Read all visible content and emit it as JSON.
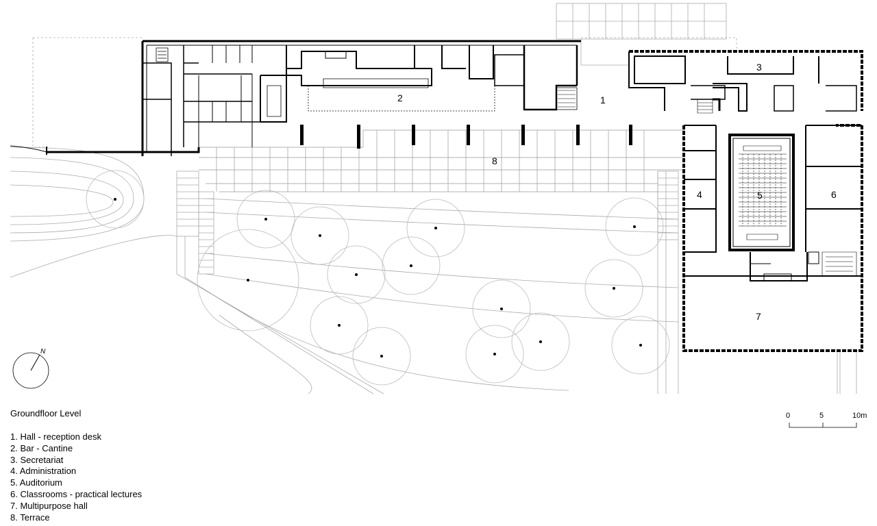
{
  "caption": {
    "title": "Groundfloor Level"
  },
  "legend": [
    "1. Hall - reception desk",
    "2. Bar - Cantine",
    "3. Secretariat",
    "4. Administration",
    "5. Auditorium",
    "6. Classrooms - practical lectures",
    "7. Multipurpose hall",
    "8. Terrace"
  ],
  "room_numbers": [
    "1",
    "2",
    "3",
    "4",
    "5",
    "6",
    "7",
    "8"
  ],
  "scale": {
    "ticks": [
      "0",
      "5",
      "10m"
    ]
  },
  "north": {
    "label": "N"
  }
}
